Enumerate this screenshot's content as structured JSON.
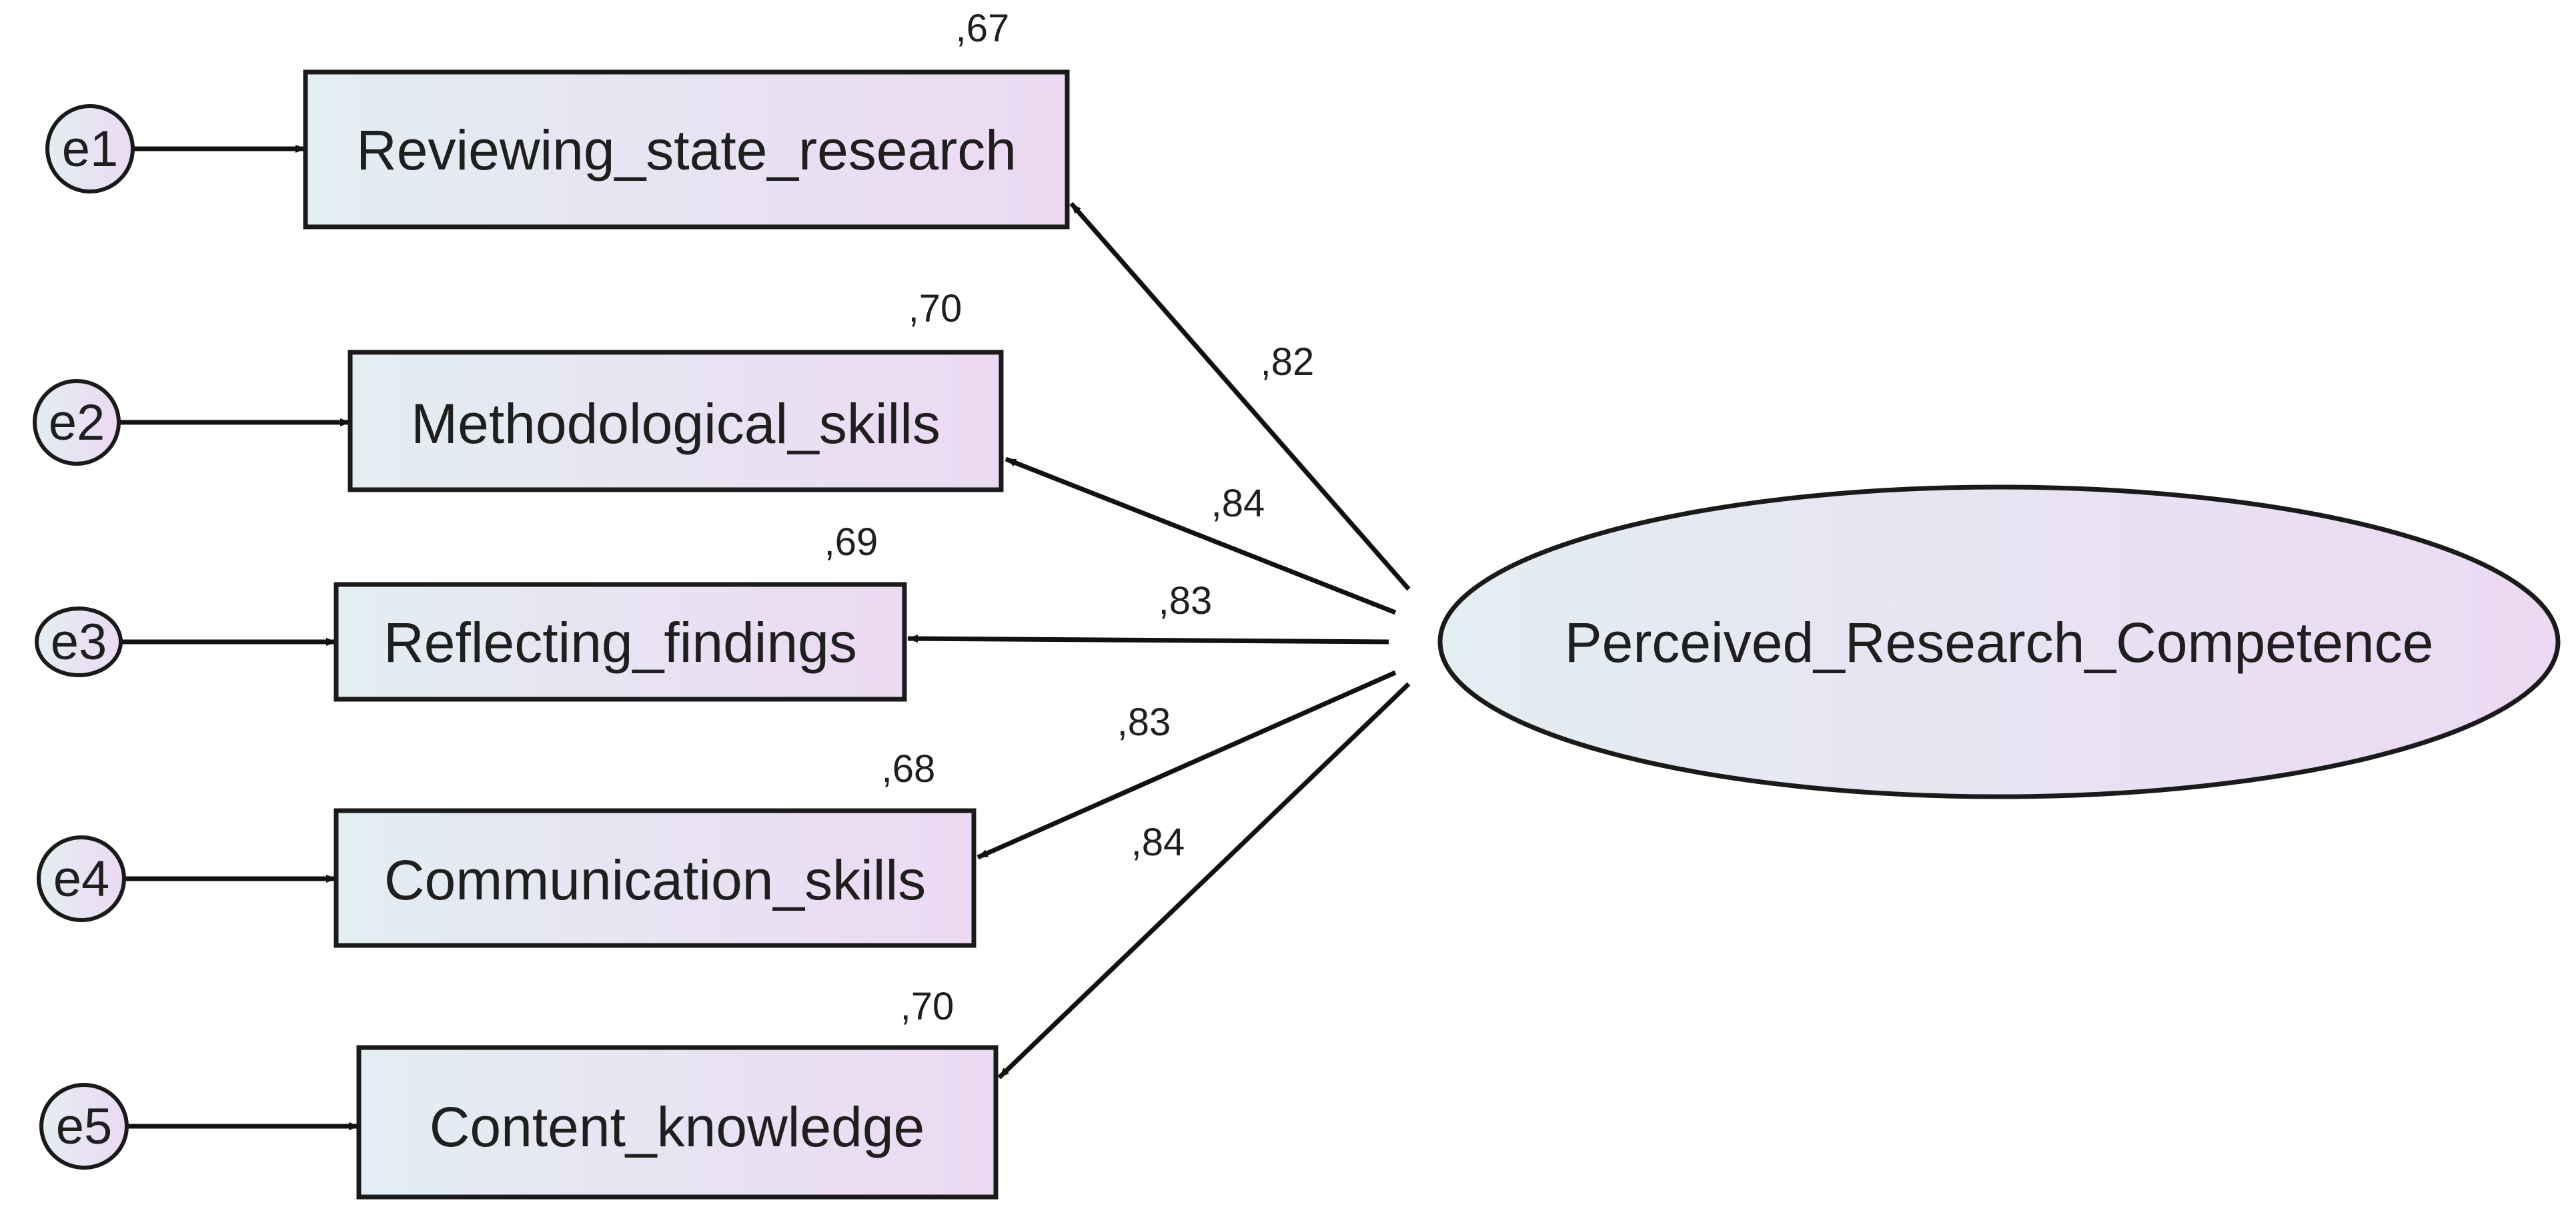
{
  "latent": {
    "label": "Perceived_Research_Competence"
  },
  "indicators": [
    {
      "label": "Reviewing_state_research",
      "r2": ",67",
      "loading": ",82",
      "error": "e1"
    },
    {
      "label": "Methodological_skills",
      "r2": ",70",
      "loading": ",84",
      "error": "e2"
    },
    {
      "label": "Reflecting_findings",
      "r2": ",69",
      "loading": ",83",
      "error": "e3"
    },
    {
      "label": "Communication_skills",
      "r2": ",68",
      "loading": ",83",
      "error": "e4"
    },
    {
      "label": "Content_knowledge",
      "r2": ",70",
      "loading": ",84",
      "error": "e5"
    }
  ],
  "colors": {
    "fill_start": "#e3eef2",
    "fill_end": "#ecd9f3",
    "stroke": "#1a1a1a"
  }
}
